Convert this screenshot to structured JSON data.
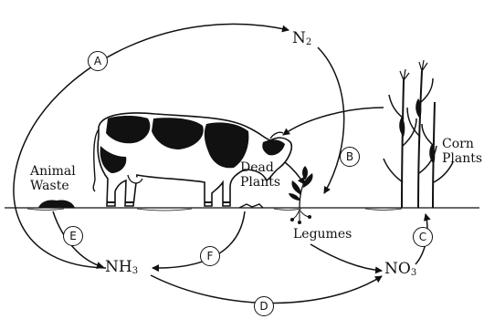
{
  "labels": {
    "n2": "N",
    "n2_sub": "2",
    "nh3": "NH",
    "nh3_sub": "3",
    "no3": "NO",
    "no3_sub": "3",
    "animal_waste_1": "Animal",
    "animal_waste_2": "Waste",
    "dead_plants_1": "Dead",
    "dead_plants_2": "Plants",
    "legumes": "Legumes",
    "corn_plants_1": "Corn",
    "corn_plants_2": "Plants"
  },
  "arrows": {
    "A": "A",
    "B": "B",
    "C": "C",
    "D": "D",
    "E": "E",
    "F": "F"
  },
  "colors": {
    "ink": "#111111",
    "background": "#ffffff"
  }
}
